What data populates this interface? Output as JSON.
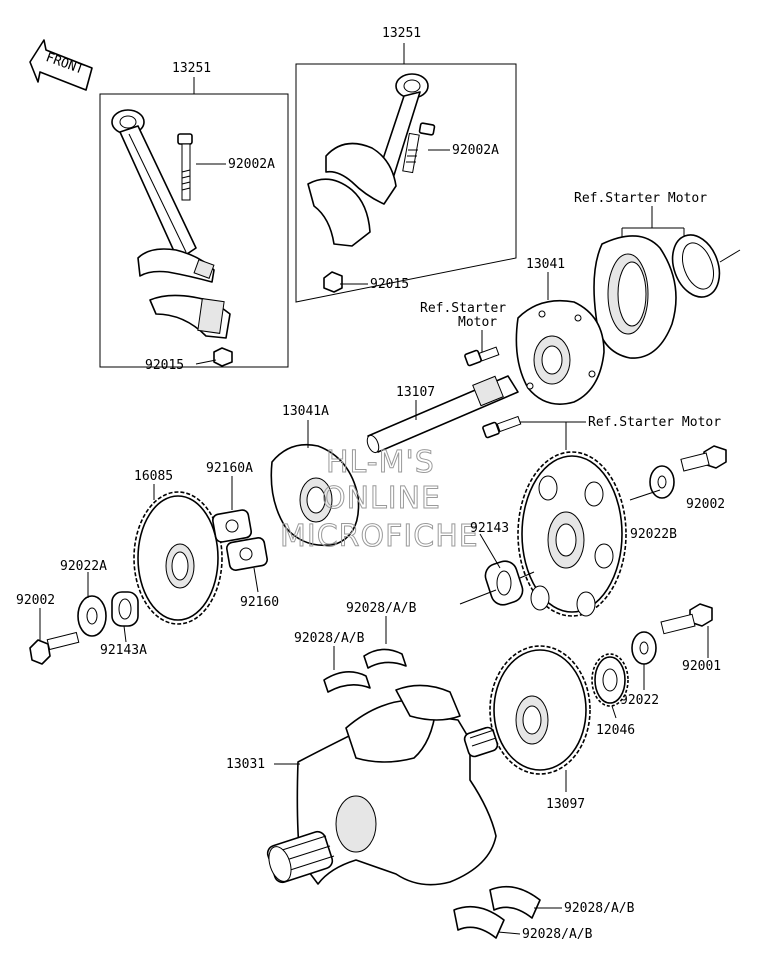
{
  "front_arrow": {
    "text": "FRONT"
  },
  "watermark": {
    "line1": "HL-M'S",
    "line2": "ONLINE",
    "line3": "MICROFICHE"
  },
  "labels": {
    "conrod_left_set": "13251",
    "conrod_right_set": "13251",
    "bolt_left": "92002A",
    "bolt_right": "92002A",
    "nut_left": "92015",
    "nut_right": "92015",
    "ref_starter_motor_top": "Ref.Starter Motor",
    "ref_starter_motor_mid_line1": "Ref.Starter",
    "ref_starter_motor_mid_line2": "Motor",
    "ref_starter_motor_right": "Ref.Starter Motor",
    "starter_clutch": "13041",
    "starter_clutch_gear": "13041A",
    "shaft": "13107",
    "gear_left": "16085",
    "damper_a": "92160A",
    "damper": "92160",
    "collar_left": "92022A",
    "bolt_far_left": "92002",
    "bearing_left": "92143A",
    "bolt_right_upper": "92002",
    "washer_right_upper": "92022B",
    "bearing_right": "92143",
    "bearing_insert_top": "92028/A/B",
    "bearing_insert_mid": "92028/A/B",
    "bolt_right_lower": "92001",
    "washer_right_lower": "92022",
    "small_gear": "12046",
    "crankshaft": "13031",
    "gear_large_lower": "13097",
    "bearing_insert_bottom_1": "92028/A/B",
    "bearing_insert_bottom_2": "92028/A/B"
  }
}
